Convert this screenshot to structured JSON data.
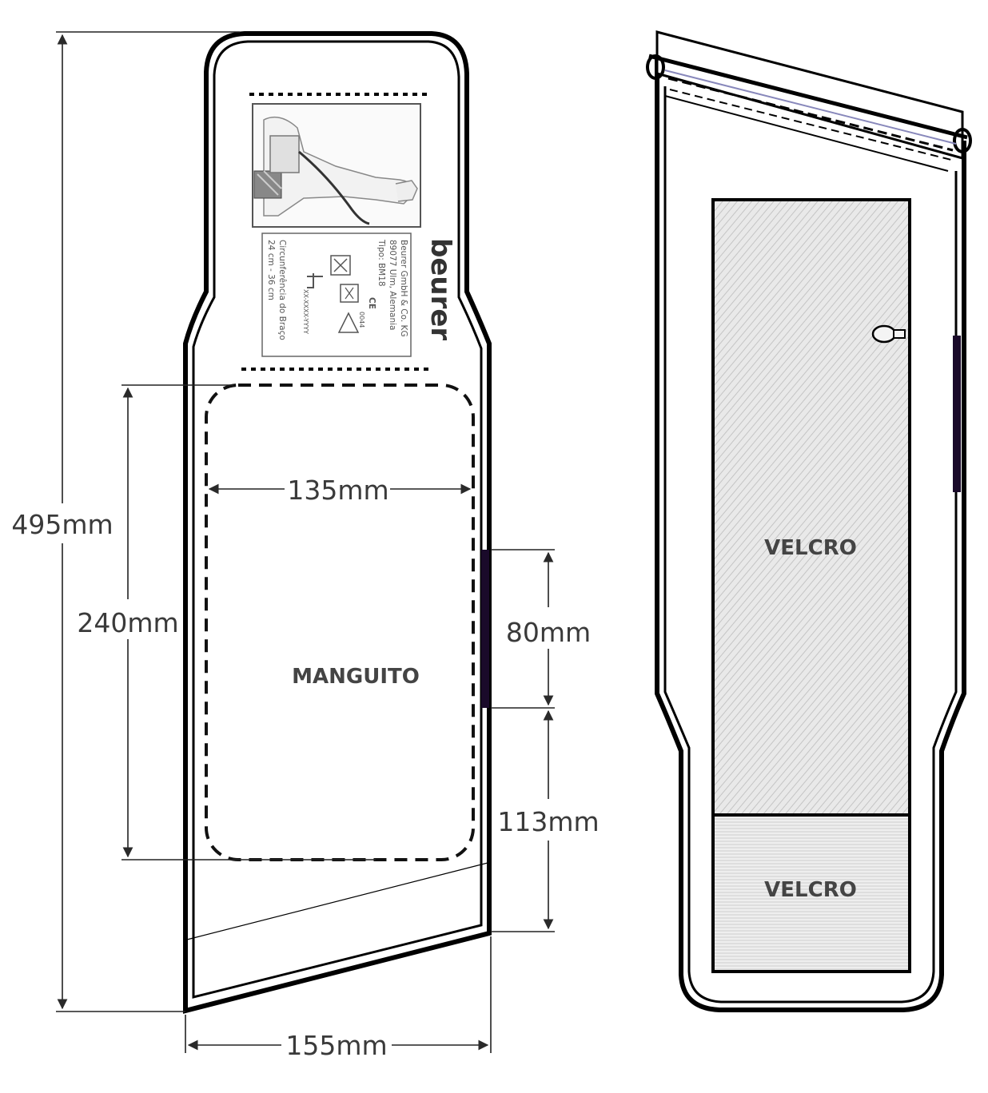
{
  "front_view": {
    "cuff_label": "MANGUITO",
    "brand": "beurer",
    "tag_lines": [
      "Beurer GmbH & Co. KG",
      "89077 Ulm, Alemania",
      "Tipo: BM18"
    ],
    "tag_circumference_title": "Circunferência do Braço",
    "tag_circumference_range": "24 cm - 36 cm",
    "tag_ce": "CE",
    "tag_ce_number": "0044",
    "tag_lot": "XX-XXXX-YYYY"
  },
  "dimensions": {
    "total_length": "495mm",
    "cuff_length": "240mm",
    "cuff_width": "135mm",
    "bottom_width": "155mm",
    "segment_upper": "80mm",
    "segment_lower": "113mm"
  },
  "back_view": {
    "velcro_main": "VELCRO",
    "velcro_bottom": "VELCRO"
  }
}
